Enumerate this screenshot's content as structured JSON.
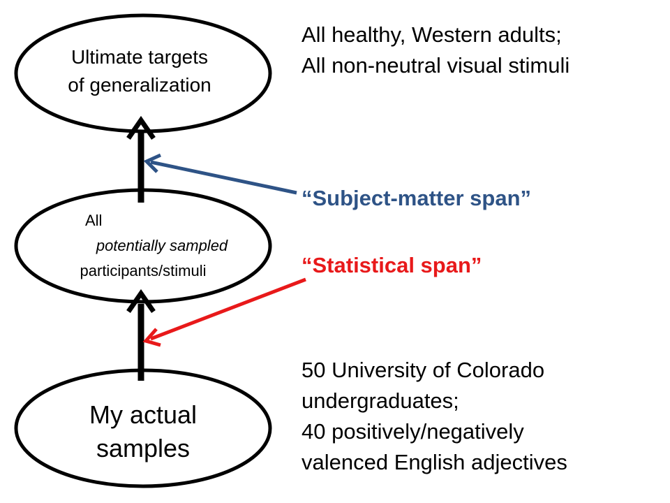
{
  "nodes": {
    "top": {
      "lines": [
        "Ultimate targets",
        "of generalization"
      ]
    },
    "middle": {
      "lines": [
        "All",
        "potentially sampled",
        "participants/stimuli"
      ]
    },
    "bottom": {
      "lines": [
        "My actual",
        "samples"
      ]
    }
  },
  "descriptions": {
    "targets": [
      "All healthy, Western adults;",
      "All non-neutral visual stimuli"
    ],
    "samples": [
      "50 University of Colorado",
      "undergraduates;",
      "40 positively/negatively",
      "valenced English adjectives"
    ]
  },
  "spans": {
    "subject_matter": {
      "label": "“Subject-matter span”",
      "color": "#2e5386"
    },
    "statistical": {
      "label": "“Statistical span”",
      "color": "#e8191a"
    }
  },
  "colors": {
    "outline": "#000000",
    "background": "#ffffff"
  }
}
